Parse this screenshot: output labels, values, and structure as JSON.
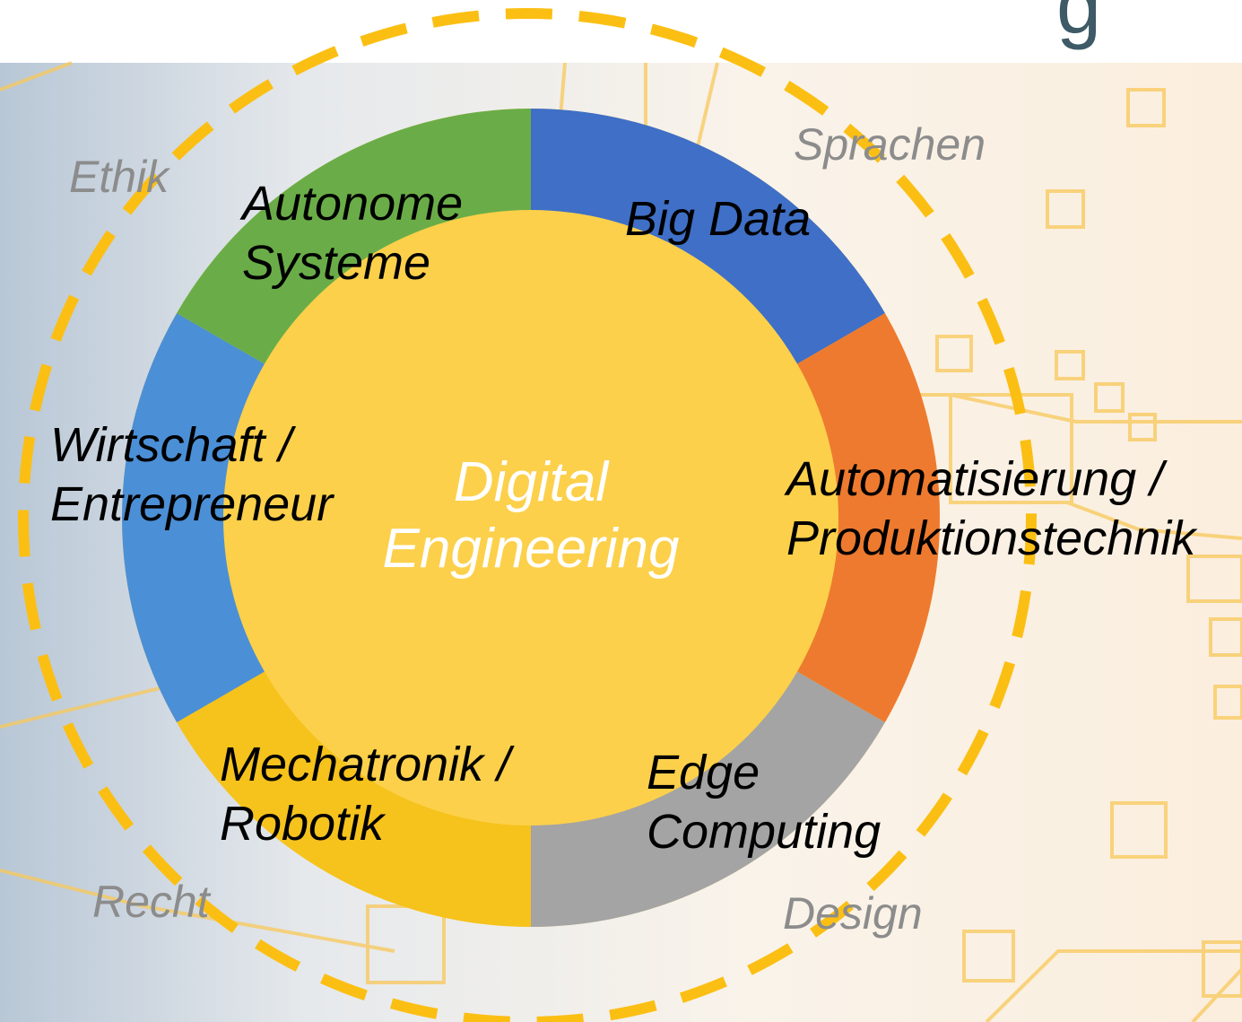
{
  "center": {
    "title": "Digital\nEngineering",
    "fill": "#fcd04a",
    "text_color": "#ffffff"
  },
  "top_fragment": "g",
  "ring": {
    "segments": [
      {
        "id": "big-data",
        "label": "Big Data",
        "color": "#3f6fc6"
      },
      {
        "id": "automatisierung",
        "label": "Automatisierung /\nProduktionstechnik",
        "color": "#ee7a2f"
      },
      {
        "id": "edge-computing",
        "label": "Edge\nComputing",
        "color": "#a4a4a4"
      },
      {
        "id": "mechatronik",
        "label": "Mechatronik /\nRobotik",
        "color": "#f6c21c"
      },
      {
        "id": "wirtschaft",
        "label": "Wirtschaft /\nEntrepreneur",
        "color": "#4b8fd6"
      },
      {
        "id": "autonome-systeme",
        "label": "Autonome\nSysteme",
        "color": "#6aad48"
      }
    ]
  },
  "outer_labels": [
    "Sprachen",
    "Design",
    "Recht",
    "Ethik"
  ],
  "colors": {
    "dashed_ring": "#fbbf14",
    "outer_label": "#8c8c8c",
    "background": "#f4efe6"
  }
}
